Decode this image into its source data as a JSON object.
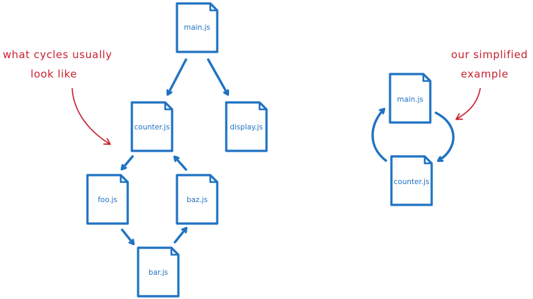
{
  "colors": {
    "file_stroke": "#1f72c2",
    "arrow": "#1f72c2",
    "annotation": "#c8202f",
    "background": "#ffffff"
  },
  "left_diagram": {
    "files": {
      "main": "main.js",
      "counter": "counter.js",
      "display": "display.js",
      "foo": "foo.js",
      "baz": "baz.js",
      "bar": "bar.js"
    }
  },
  "right_diagram": {
    "files": {
      "main": "main.js",
      "counter": "counter.js"
    }
  },
  "annotations": {
    "left": [
      "what cycles usually",
      "look like"
    ],
    "right": [
      "our simplified",
      "example"
    ]
  }
}
